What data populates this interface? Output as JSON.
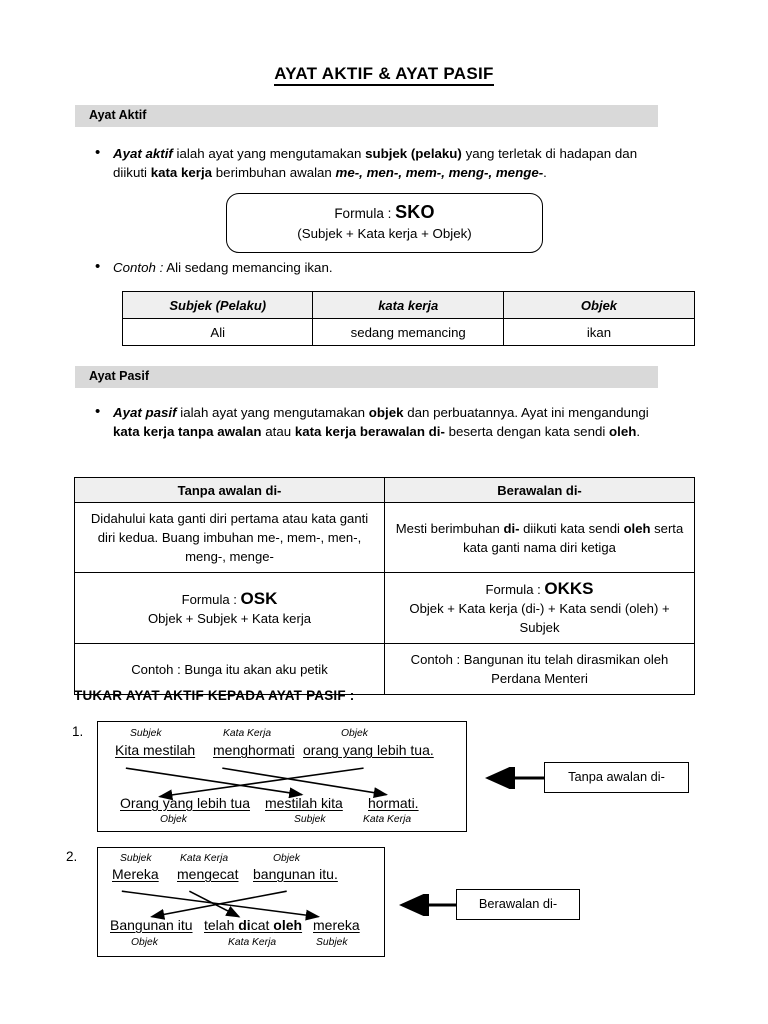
{
  "document": {
    "title": "AYAT AKTIF & AYAT PASIF"
  },
  "sections": {
    "aktif": {
      "band_label": "Ayat Aktif",
      "bullet_dot": "•",
      "definition": {
        "lead_italic_bold": "Ayat aktif",
        "t1": " ialah ayat yang mengutamakan ",
        "bold1": "subjek (pelaku)",
        "t2": " yang terletak di hadapan dan diikuti ",
        "bold2": "kata kerja",
        "t3": " berimbuhan awalan ",
        "bold_italic1": "me-, men-, mem-, meng-, menge-",
        "t4": "."
      },
      "formula": {
        "prefix": "Formula : ",
        "code": "SKO",
        "expansion": "(Subjek  +  Kata kerja  +  Objek)"
      },
      "example_label_italic": "Contoh :",
      "example_text": " Ali sedang memancing ikan."
    },
    "pasif": {
      "band_label": "Ayat Pasif",
      "bullet_dot": "•",
      "definition": {
        "lead_italic_bold": "Ayat pasif",
        "t1": " ialah ayat yang mengutamakan ",
        "bold1": "objek",
        "t2": " dan perbuatannya. Ayat ini mengandungi ",
        "bold2": "kata kerja tanpa awalan",
        "t3": " atau ",
        "bold3": "kata kerja berawalan di-",
        "t4": " beserta dengan kata sendi ",
        "bold4": "oleh",
        "t5": "."
      }
    }
  },
  "table_aktif": {
    "headers": [
      "Subjek (Pelaku)",
      "kata kerja",
      "Objek"
    ],
    "rows": [
      [
        "Ali",
        "sedang memancing",
        "ikan"
      ]
    ]
  },
  "table_pasif": {
    "headers": [
      "Tanpa awalan di-",
      "Berawalan di-"
    ],
    "rows": [
      {
        "left": {
          "text": "Didahului kata ganti diri pertama atau kata ganti diri kedua. Buang imbuhan me-, mem-, men-, meng-, menge-"
        },
        "right": {
          "pre": "Mesti berimbuhan ",
          "bold1": "di-",
          "mid": " diikuti kata sendi ",
          "bold2": "oleh",
          "post": " serta kata ganti nama diri ketiga"
        }
      },
      {
        "left": {
          "formula_prefix": "Formula : ",
          "formula_code": "OSK",
          "formula_expansion": "Objek + Subjek + Kata kerja"
        },
        "right": {
          "formula_prefix": "Formula : ",
          "formula_code": "OKKS",
          "formula_expansion": "Objek + Kata kerja (di-) + Kata sendi (oleh) + Subjek"
        }
      },
      {
        "left": {
          "example": "Contoh : Bunga itu akan aku petik"
        },
        "right": {
          "example": "Contoh : Bangunan itu telah dirasmikan oleh Perdana Menteri"
        }
      }
    ]
  },
  "tukar": {
    "heading": "TUKAR AYAT AKTIF KEPADA AYAT PASIF :",
    "diagrams": [
      {
        "number": "1.",
        "top_labels": [
          "Subjek",
          "Kata Kerja",
          "Objek"
        ],
        "top_words": [
          "Kita mestilah",
          "menghormati",
          "orang yang lebih tua."
        ],
        "bottom_words": [
          "Orang yang lebih tua",
          "mestilah kita",
          "hormati."
        ],
        "bottom_labels": [
          "Objek",
          "Subjek",
          "Kata Kerja"
        ],
        "callout": "Tanpa awalan di-"
      },
      {
        "number": "2.",
        "top_labels": [
          "Subjek",
          "Kata Kerja",
          "Objek"
        ],
        "top_words": [
          "Mereka",
          "mengecat",
          "bangunan itu."
        ],
        "bottom_words": [
          "Bangunan itu",
          "telah dicat oleh",
          "mereka"
        ],
        "bottom_word_2_parts": {
          "pre": "telah ",
          "bold1": "di",
          "mid": "cat ",
          "bold2": "oleh"
        },
        "bottom_labels": [
          "Objek",
          "Kata Kerja",
          "Subjek"
        ],
        "callout": "Berawalan di-"
      }
    ]
  },
  "colors": {
    "band_gray": "#d9d9d9",
    "table_header_gray": "#efefef",
    "ink": "#000000",
    "paper": "#ffffff"
  }
}
